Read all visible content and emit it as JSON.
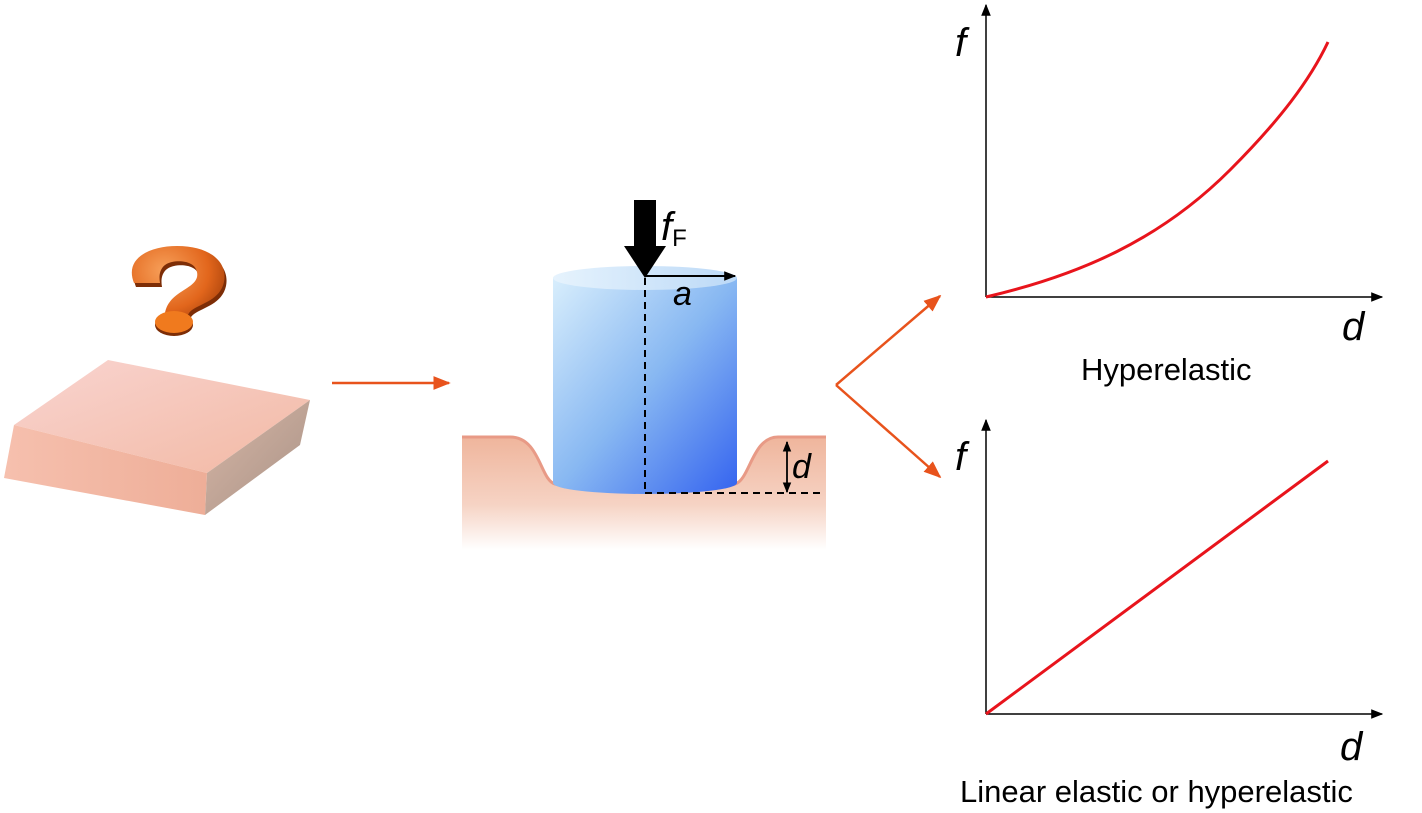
{
  "indenter": {
    "force_label": "f",
    "force_subscript": "F",
    "radius_label": "a",
    "depth_label": "d"
  },
  "plots": [
    {
      "id": "hyperelastic",
      "ylabel": "f",
      "xlabel": "d",
      "caption": "Hyperelastic",
      "curve": "convex"
    },
    {
      "id": "linear",
      "ylabel": "f",
      "xlabel": "d",
      "caption": "Linear elastic or hyperelastic",
      "curve": "linear"
    }
  ],
  "colors": {
    "arrow": "#e8531c",
    "curve": "#e8141c",
    "cylinder_light": "#d6ecfb",
    "cylinder_dark": "#3e6df0",
    "tissue": "#f3bca5",
    "block_top": "#f4c3b4",
    "block_side": "#c8aa9c",
    "question": "#e06518"
  }
}
